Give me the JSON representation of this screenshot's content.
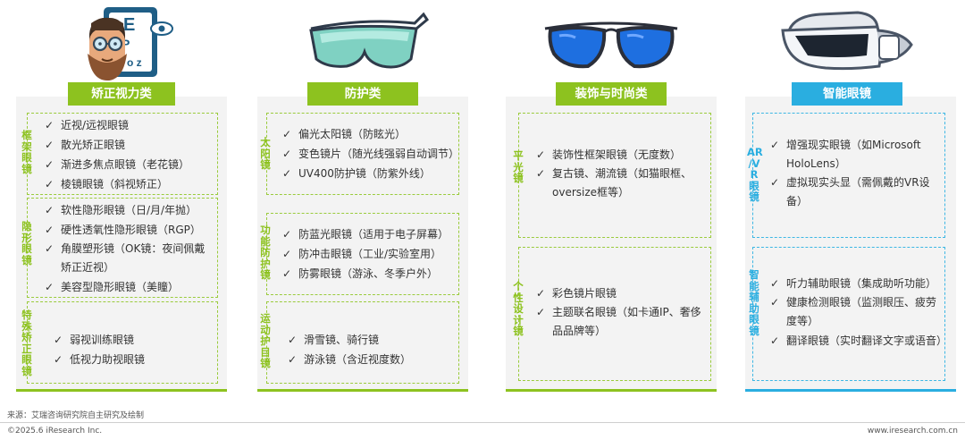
{
  "columns": [
    {
      "title": "矫正视力类",
      "groups": [
        {
          "label": "框架眼镜",
          "items": [
            "近视/远视眼镜",
            "散光矫正眼镜",
            "渐进多焦点眼镜（老花镜）",
            "棱镜眼镜（斜视矫正）"
          ]
        },
        {
          "label": "隐形眼镜",
          "items": [
            "软性隐形眼镜（日/月/年抛）",
            "硬性透氧性隐形眼镜（RGP）",
            "角膜塑形镜（OK镜：夜间佩戴矫正近视）",
            "美容型隐形眼镜（美瞳）"
          ]
        },
        {
          "label": "特殊矫正眼镜",
          "items": [
            "弱视训练眼镜",
            "低视力助视眼镜"
          ]
        }
      ]
    },
    {
      "title": "防护类",
      "groups": [
        {
          "label": "太阳镜",
          "items": [
            "偏光太阳镜（防眩光）",
            "变色镜片（随光线强弱自动调节）",
            "UV400防护镜（防紫外线）"
          ]
        },
        {
          "label": "功能防护镜",
          "items": [
            "防蓝光眼镜（适用于电子屏幕）",
            "防冲击眼镜（工业/实验室用）",
            "防雾眼镜（游泳、冬季户外）"
          ]
        },
        {
          "label": "运动护目镜",
          "items": [
            "滑雪镜、骑行镜",
            "游泳镜（含近视度数）"
          ]
        }
      ]
    },
    {
      "title": "装饰与时尚类",
      "groups": [
        {
          "label": "平光镜",
          "items": [
            "装饰性框架眼镜（无度数）",
            "复古镜、潮流镜（如猫眼框、oversize框等）"
          ]
        },
        {
          "label": "个性设计镜",
          "items": [
            "彩色镜片眼镜",
            "主题联名眼镜（如卡通IP、奢侈品品牌等）"
          ]
        }
      ]
    },
    {
      "title": "智能眼镜",
      "groups": [
        {
          "label": "AR/VR眼镜",
          "items": [
            "增强现实眼镜（如Microsoft HoloLens）",
            "虚拟现实头显（需佩戴的VR设备）"
          ]
        },
        {
          "label": "智能辅助眼镜",
          "items": [
            "听力辅助眼镜（集成助听功能）",
            "健康检测眼镜（监测眼压、疲劳度等）",
            "翻译眼镜（实时翻译文字或语音）"
          ]
        }
      ]
    }
  ],
  "footer": {
    "source": "来源：艾瑞咨询研究院自主研究及绘制",
    "copyright": "©2025.6 iResearch Inc.",
    "url": "www.iresearch.com.cn"
  },
  "colors": {
    "green": "#8dc21f",
    "blue": "#2aaee0",
    "panel": "#f3f3f3",
    "green_dashed": "#9acb3c",
    "blue_dashed": "#3db7e4"
  },
  "icons": [
    "eye-chart-man-icon",
    "safety-goggles-icon",
    "aviator-sunglasses-icon",
    "vr-headset-icon"
  ]
}
